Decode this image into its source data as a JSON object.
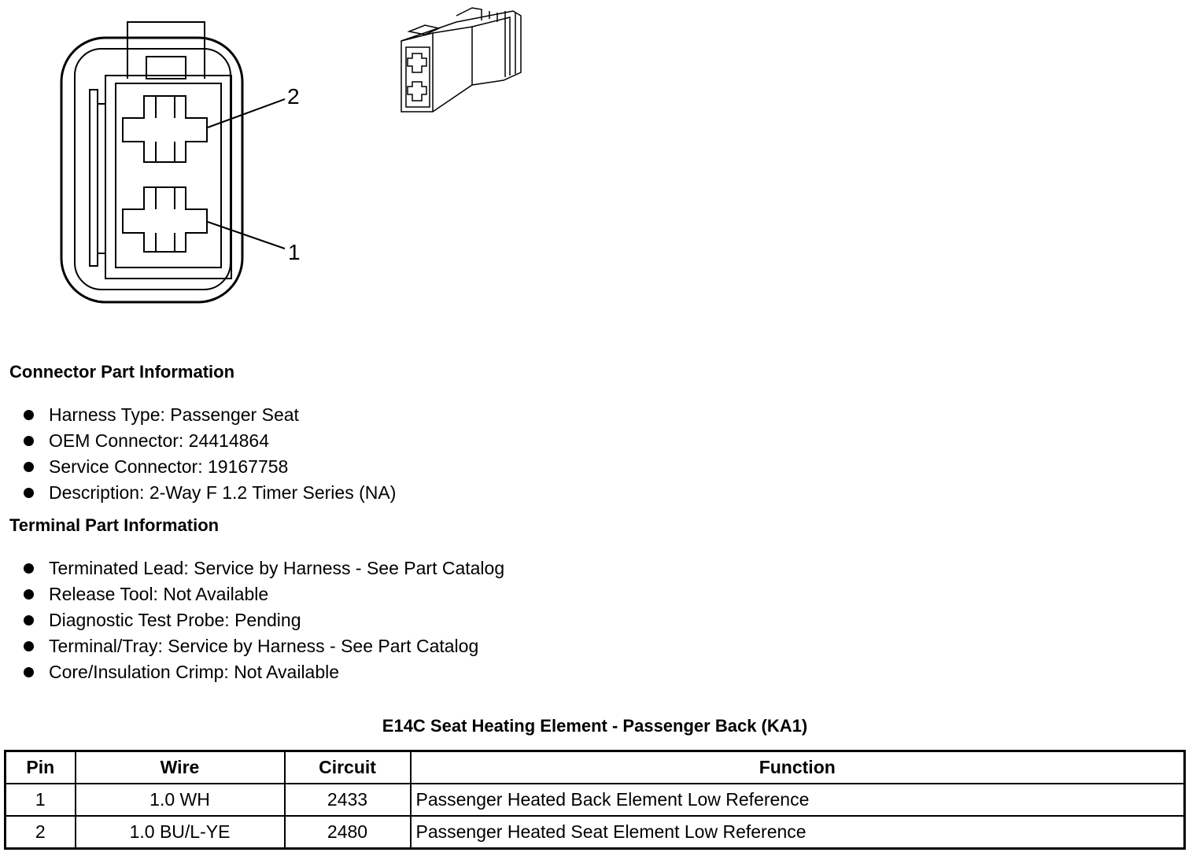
{
  "diagram": {
    "callouts": [
      "2",
      "1"
    ]
  },
  "connector_section": {
    "title": "Connector Part Information",
    "items": [
      "Harness Type: Passenger Seat",
      "OEM Connector: 24414864",
      "Service Connector: 19167758",
      "Description: 2-Way F 1.2 Timer Series (NA)"
    ]
  },
  "terminal_section": {
    "title": "Terminal Part Information",
    "items": [
      "Terminated Lead: Service by Harness - See Part Catalog",
      "Release Tool: Not Available",
      "Diagnostic Test Probe: Pending",
      "Terminal/Tray: Service by Harness - See Part Catalog",
      "Core/Insulation Crimp: Not Available"
    ]
  },
  "pin_table": {
    "title": "E14C Seat Heating Element - Passenger Back (KA1)",
    "headers": [
      "Pin",
      "Wire",
      "Circuit",
      "Function"
    ],
    "rows": [
      [
        "1",
        "1.0 WH",
        "2433",
        "Passenger Heated Back Element Low Reference"
      ],
      [
        "2",
        "1.0 BU/L-YE",
        "2480",
        "Passenger Heated Seat Element Low Reference"
      ]
    ]
  }
}
